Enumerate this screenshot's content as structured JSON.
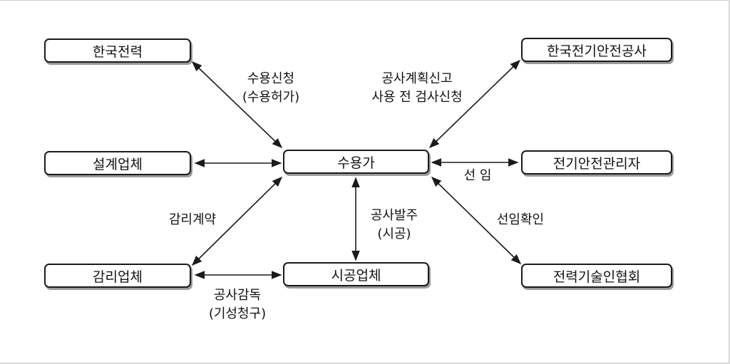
{
  "nodes": {
    "kepco": "한국전력",
    "design": "설계업체",
    "supervision": "감리업체",
    "consumer": "수용가",
    "construction": "시공업체",
    "kesco": "한국전기안전공사",
    "safety_manager": "전기안전관리자",
    "association": "전력기술인협회"
  },
  "labels": {
    "kepco_link": [
      "수용신청",
      "(수용허가)"
    ],
    "kesco_link": [
      "공사계획신고",
      "사용 전 검사신청"
    ],
    "safety_link": "선 임",
    "supervision_link": "감리계약",
    "construction_link": [
      "공사발주",
      "(시공)"
    ],
    "association_link": "선임확인",
    "supervision_construction_link": [
      "공사감독",
      "(기성청구)"
    ]
  },
  "colors": {
    "stroke": "#1a1a1a",
    "shadow": "#9a9a9a"
  }
}
